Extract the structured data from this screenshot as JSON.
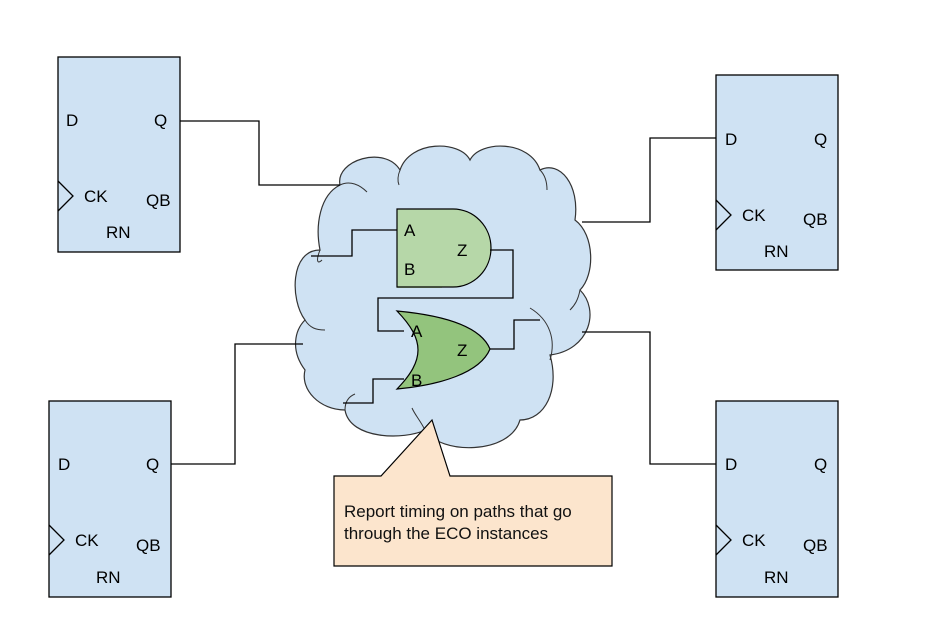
{
  "colors": {
    "flipflop_fill": "#cfe2f3",
    "cloud_fill": "#cfe2f3",
    "and_gate_fill": "#b6d7a8",
    "or_gate_fill": "#93c47d",
    "callout_fill": "#fce5cd",
    "stroke": "#000000"
  },
  "flipflops": [
    {
      "id": "ff-top-left",
      "pins": {
        "d": "D",
        "q": "Q",
        "ck": "CK",
        "qb": "QB",
        "rn": "RN"
      }
    },
    {
      "id": "ff-bottom-left",
      "pins": {
        "d": "D",
        "q": "Q",
        "ck": "CK",
        "qb": "QB",
        "rn": "RN"
      }
    },
    {
      "id": "ff-top-right",
      "pins": {
        "d": "D",
        "q": "Q",
        "ck": "CK",
        "qb": "QB",
        "rn": "RN"
      }
    },
    {
      "id": "ff-bottom-right",
      "pins": {
        "d": "D",
        "q": "Q",
        "ck": "CK",
        "qb": "QB",
        "rn": "RN"
      }
    }
  ],
  "eco_cloud": {
    "gates": [
      {
        "type": "AND",
        "pins": {
          "a": "A",
          "b": "B",
          "z": "Z"
        }
      },
      {
        "type": "OR",
        "pins": {
          "a": "A",
          "b": "B",
          "z": "Z"
        }
      }
    ]
  },
  "callout": {
    "lines": [
      "Report timing on paths that go",
      "through the ECO instances"
    ]
  }
}
